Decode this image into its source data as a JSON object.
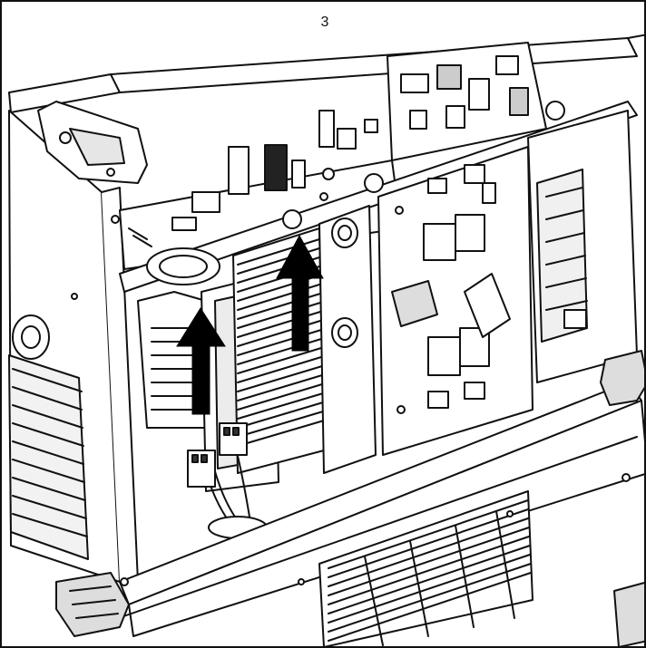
{
  "step": {
    "number": "3"
  },
  "illustration": {
    "subject": "welding-machine-internal-assembly",
    "line_color": "#111111",
    "fill_color": "#ffffff",
    "shade_color": "#dcdcdc",
    "arrow_color": "#000000",
    "arrow_direction": "up",
    "arrow_count": 2
  }
}
